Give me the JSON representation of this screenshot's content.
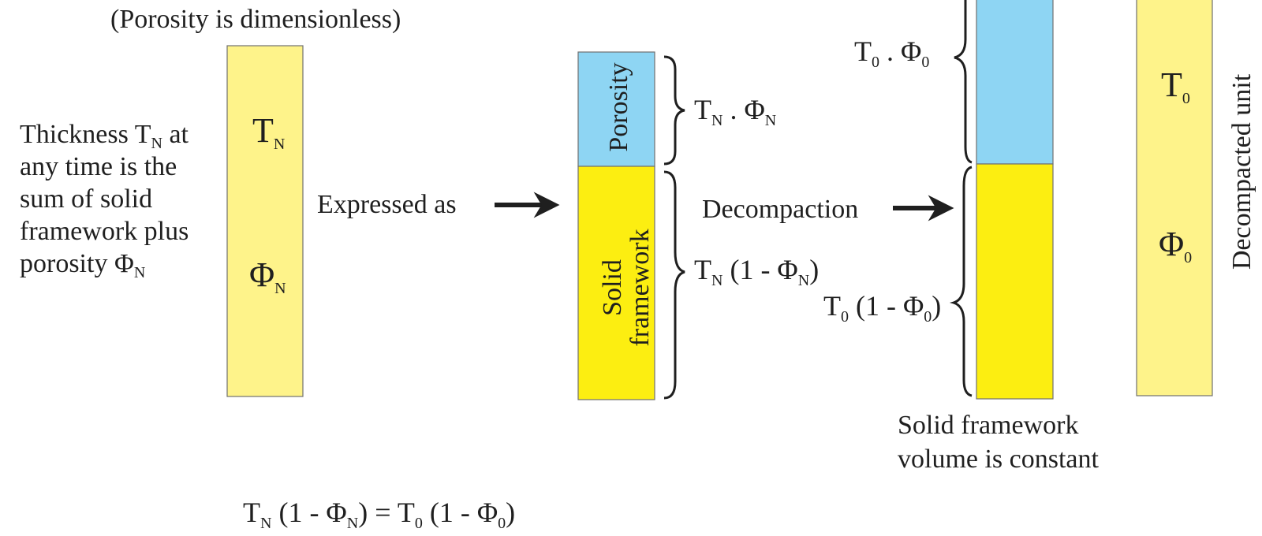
{
  "colors": {
    "pale_yellow": "#fef38a",
    "bright_yellow": "#fcee11",
    "light_blue": "#8ed5f3",
    "outline": "#707070",
    "text": "#1f1f1f"
  },
  "header_note": "(Porosity is dimensionless)",
  "left_description": {
    "line1_pre": "Thickness T",
    "line1_sub": "N",
    "line1_post": " at",
    "line2": "any time is the",
    "line3": "sum of solid",
    "line4": "framework plus",
    "line5_pre": "porosity Φ",
    "line5_sub": "N"
  },
  "unit_n": {
    "thickness_symbol": "T",
    "thickness_sub": "N",
    "porosity_symbol": "Φ",
    "porosity_sub": "N"
  },
  "expressed_as": "Expressed as",
  "split_column": {
    "porosity_label": "Porosity",
    "solid_label_line1": "Solid",
    "solid_label_line2": "framework"
  },
  "formulas": {
    "porosity_n": {
      "a": "T",
      "a_sub": "N",
      "mid": " . Φ",
      "b_sub": "N"
    },
    "solid_n": {
      "a": "T",
      "a_sub": "N",
      "mid": " (1 - Φ",
      "b_sub": "N",
      "end": ")"
    },
    "porosity_0": {
      "a": "T",
      "a_sub": "0",
      "mid": " . Φ",
      "b_sub": "0"
    },
    "solid_0": {
      "a": "T",
      "a_sub": "0",
      "mid": " (1 - Φ",
      "b_sub": "0",
      "end": ")"
    }
  },
  "decompaction": "Decompaction",
  "solid_constant_line1": "Solid framework",
  "solid_constant_line2": "volume is constant",
  "unit_0": {
    "thickness_symbol": "T",
    "thickness_sub": "0",
    "porosity_symbol": "Φ",
    "porosity_sub": "0"
  },
  "decompacted_unit": "Decompacted unit",
  "equation": {
    "l1": "T",
    "l1_sub": "N",
    "l2": " (1 - Φ",
    "l2_sub": "N",
    "l3": ") = T",
    "l3_sub": "0",
    "l4": " (1 - Φ",
    "l4_sub": "0",
    "l5": ")"
  }
}
